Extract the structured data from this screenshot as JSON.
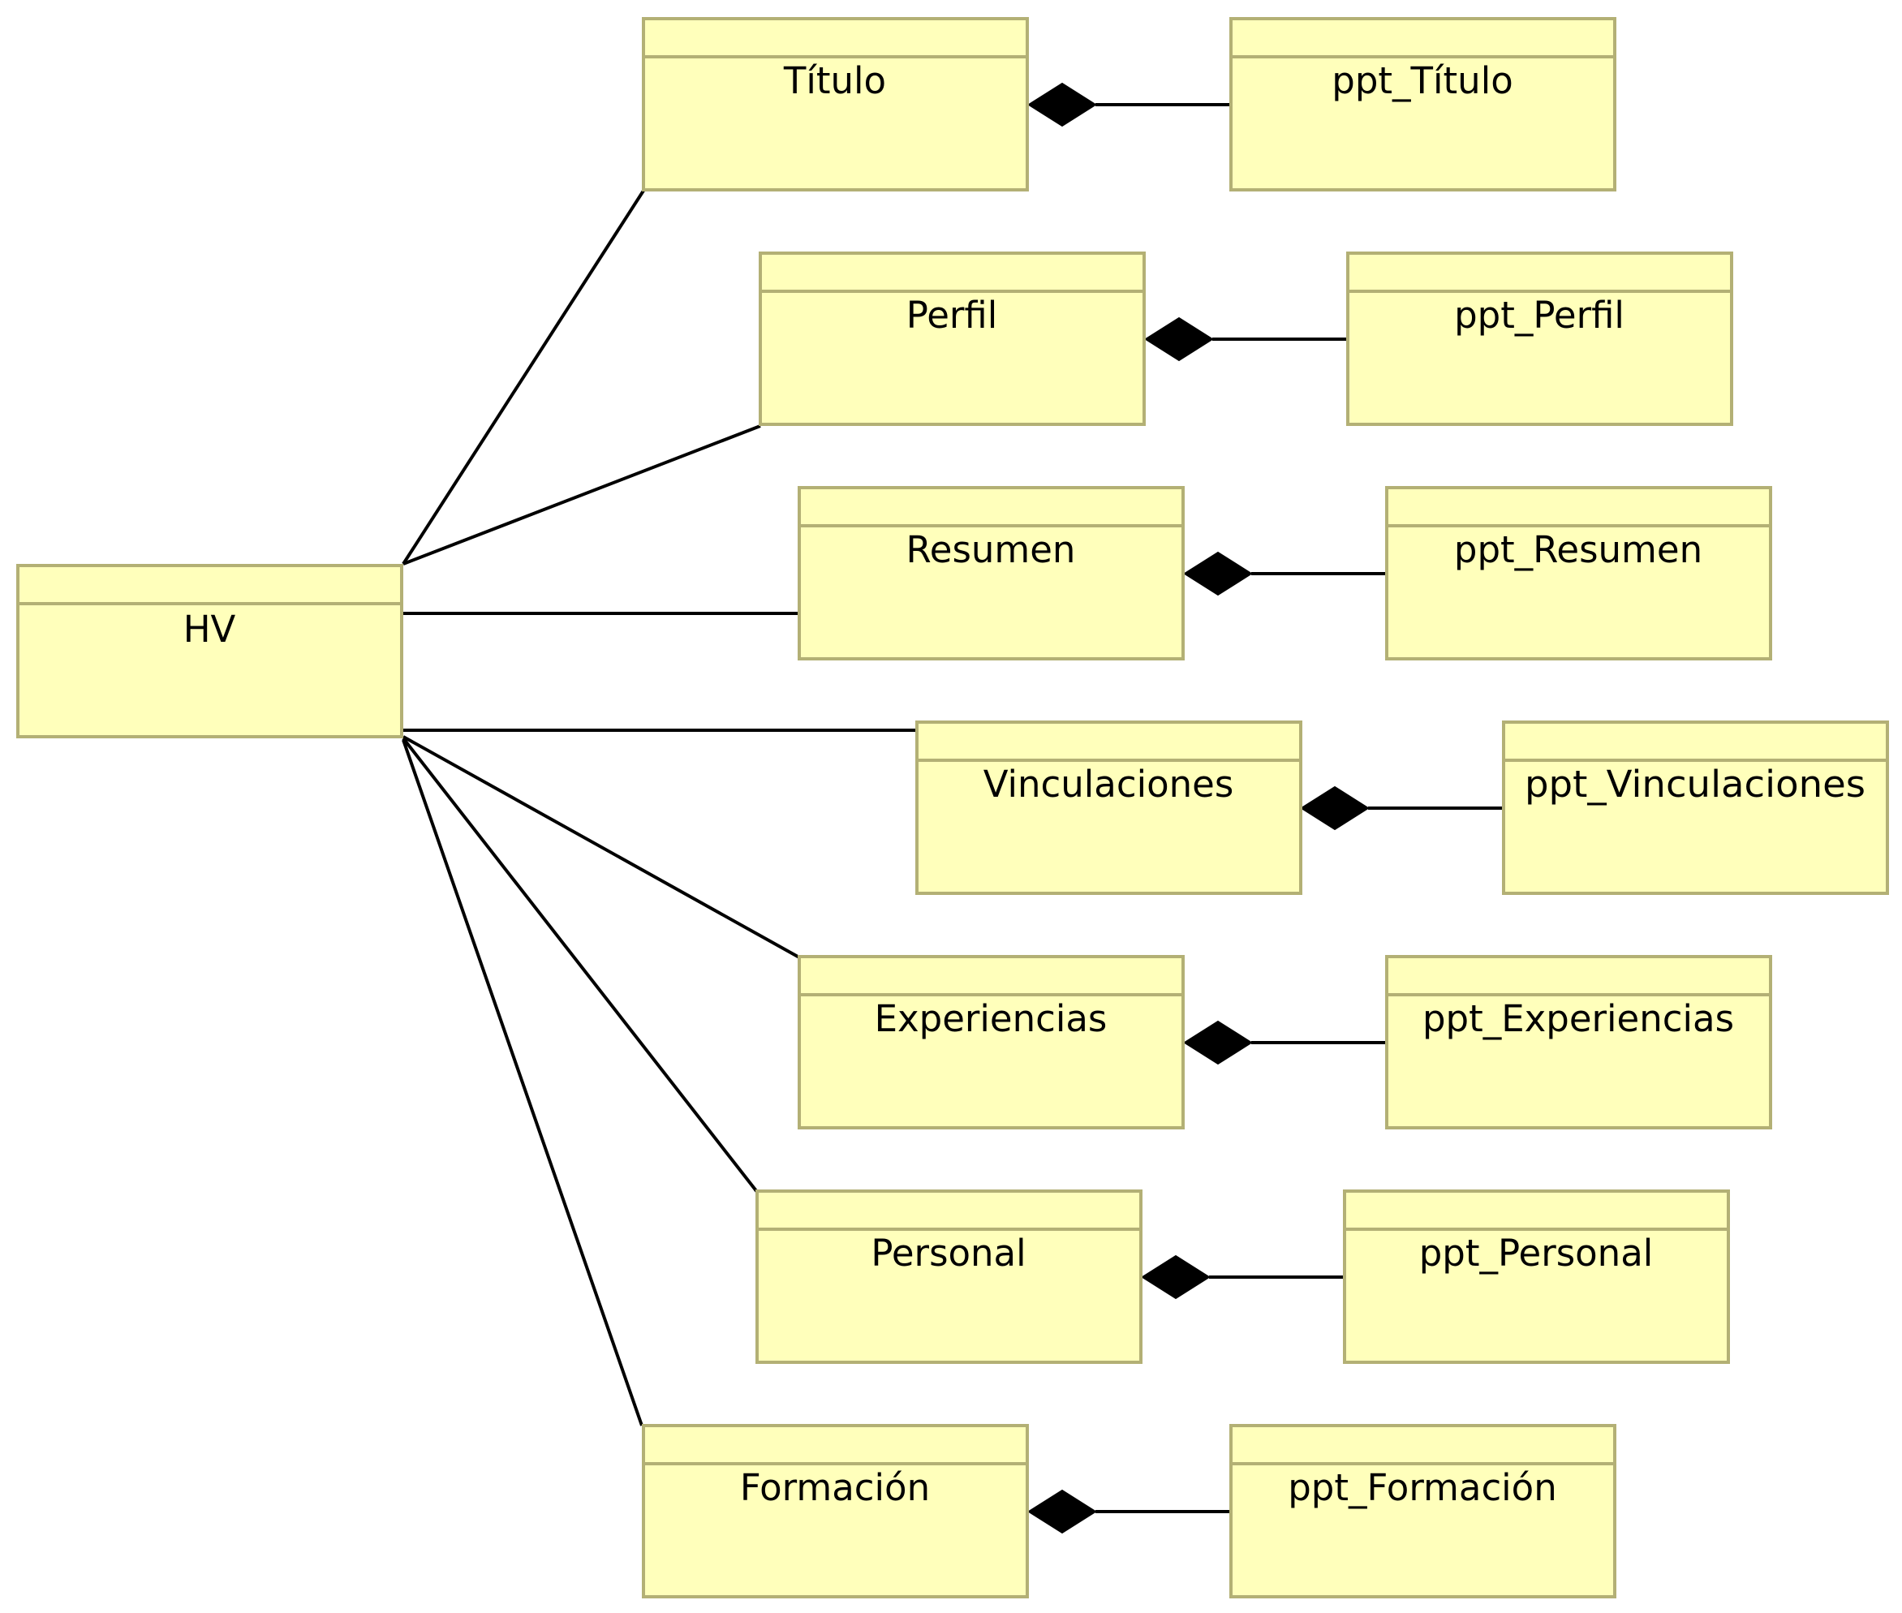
{
  "diagram": {
    "colors": {
      "class_fill": "#ffffbb",
      "class_border": "#b3b075",
      "line": "#000000",
      "diamond": "#000000"
    },
    "root": {
      "name": "HV"
    },
    "classes": [
      {
        "id": "titulo",
        "name": "Título"
      },
      {
        "id": "perfil",
        "name": "Perfil"
      },
      {
        "id": "resumen",
        "name": "Resumen"
      },
      {
        "id": "vinculaciones",
        "name": "Vinculaciones"
      },
      {
        "id": "experiencias",
        "name": "Experiencias"
      },
      {
        "id": "personal",
        "name": "Personal"
      },
      {
        "id": "formacion",
        "name": "Formación"
      }
    ],
    "ppt_classes": [
      {
        "id": "ppt-titulo",
        "name": "ppt_Título"
      },
      {
        "id": "ppt-perfil",
        "name": "ppt_Perfil"
      },
      {
        "id": "ppt-resumen",
        "name": "ppt_Resumen"
      },
      {
        "id": "ppt-vinculaciones",
        "name": "ppt_Vinculaciones"
      },
      {
        "id": "ppt-experiencias",
        "name": "ppt_Experiencias"
      },
      {
        "id": "ppt-personal",
        "name": "ppt_Personal"
      },
      {
        "id": "ppt-formacion",
        "name": "ppt_Formación"
      }
    ],
    "associations": [
      {
        "from": "HV",
        "to": "Título"
      },
      {
        "from": "HV",
        "to": "Perfil"
      },
      {
        "from": "HV",
        "to": "Resumen"
      },
      {
        "from": "HV",
        "to": "Vinculaciones"
      },
      {
        "from": "HV",
        "to": "Experiencias"
      },
      {
        "from": "HV",
        "to": "Personal"
      },
      {
        "from": "HV",
        "to": "Formación"
      }
    ],
    "compositions": [
      {
        "whole": "Título",
        "part": "ppt_Título"
      },
      {
        "whole": "Perfil",
        "part": "ppt_Perfil"
      },
      {
        "whole": "Resumen",
        "part": "ppt_Resumen"
      },
      {
        "whole": "Vinculaciones",
        "part": "ppt_Vinculaciones"
      },
      {
        "whole": "Experiencias",
        "part": "ppt_Experiencias"
      },
      {
        "whole": "Personal",
        "part": "ppt_Personal"
      },
      {
        "whole": "Formación",
        "part": "ppt_Formación"
      }
    ]
  }
}
